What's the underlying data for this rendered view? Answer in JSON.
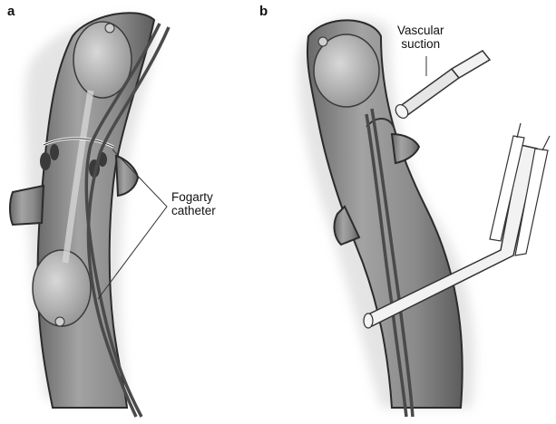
{
  "figure": {
    "panel_a": {
      "letter": "a",
      "callout": {
        "line1": "Fogarty",
        "line2": "catheter"
      }
    },
    "panel_b": {
      "letter": "b",
      "callout": {
        "line1": "Vascular",
        "line2": "suction"
      }
    }
  },
  "colors": {
    "vessel_fill": "#8f8f8f",
    "vessel_stroke": "#2b2b2b",
    "balloon_fill": "#bdbdbd",
    "catheter": "#4a4a4a",
    "halo": "#cfcfcf"
  }
}
